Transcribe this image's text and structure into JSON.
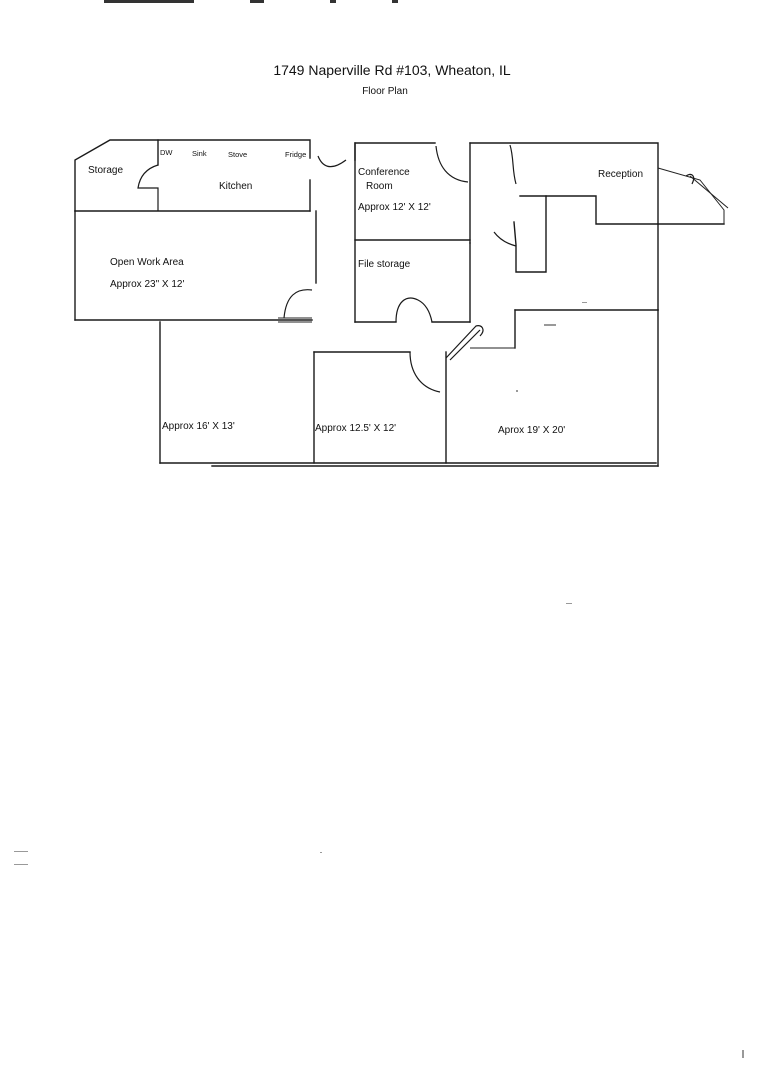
{
  "document": {
    "title": "1749 Naperville Rd #103, Wheaton, IL",
    "subtitle": "Floor Plan"
  },
  "rooms": {
    "storage": "Storage",
    "kitchen": "Kitchen",
    "appliances": [
      "DW",
      "Sink",
      "Stove",
      "Fridge"
    ],
    "conference_line1": "Conference",
    "conference_line2": "Room",
    "conference_size": "Approx 12' X 12'",
    "reception": "Reception",
    "open_work_area": "Open Work Area",
    "open_work_size": "Approx 23\" X 12'",
    "file_storage": "File storage",
    "office1_size": "Approx 16' X 13'",
    "office2_size": "Approx 12.5' X 12'",
    "office3_size": "Aprox 19' X 20'"
  }
}
